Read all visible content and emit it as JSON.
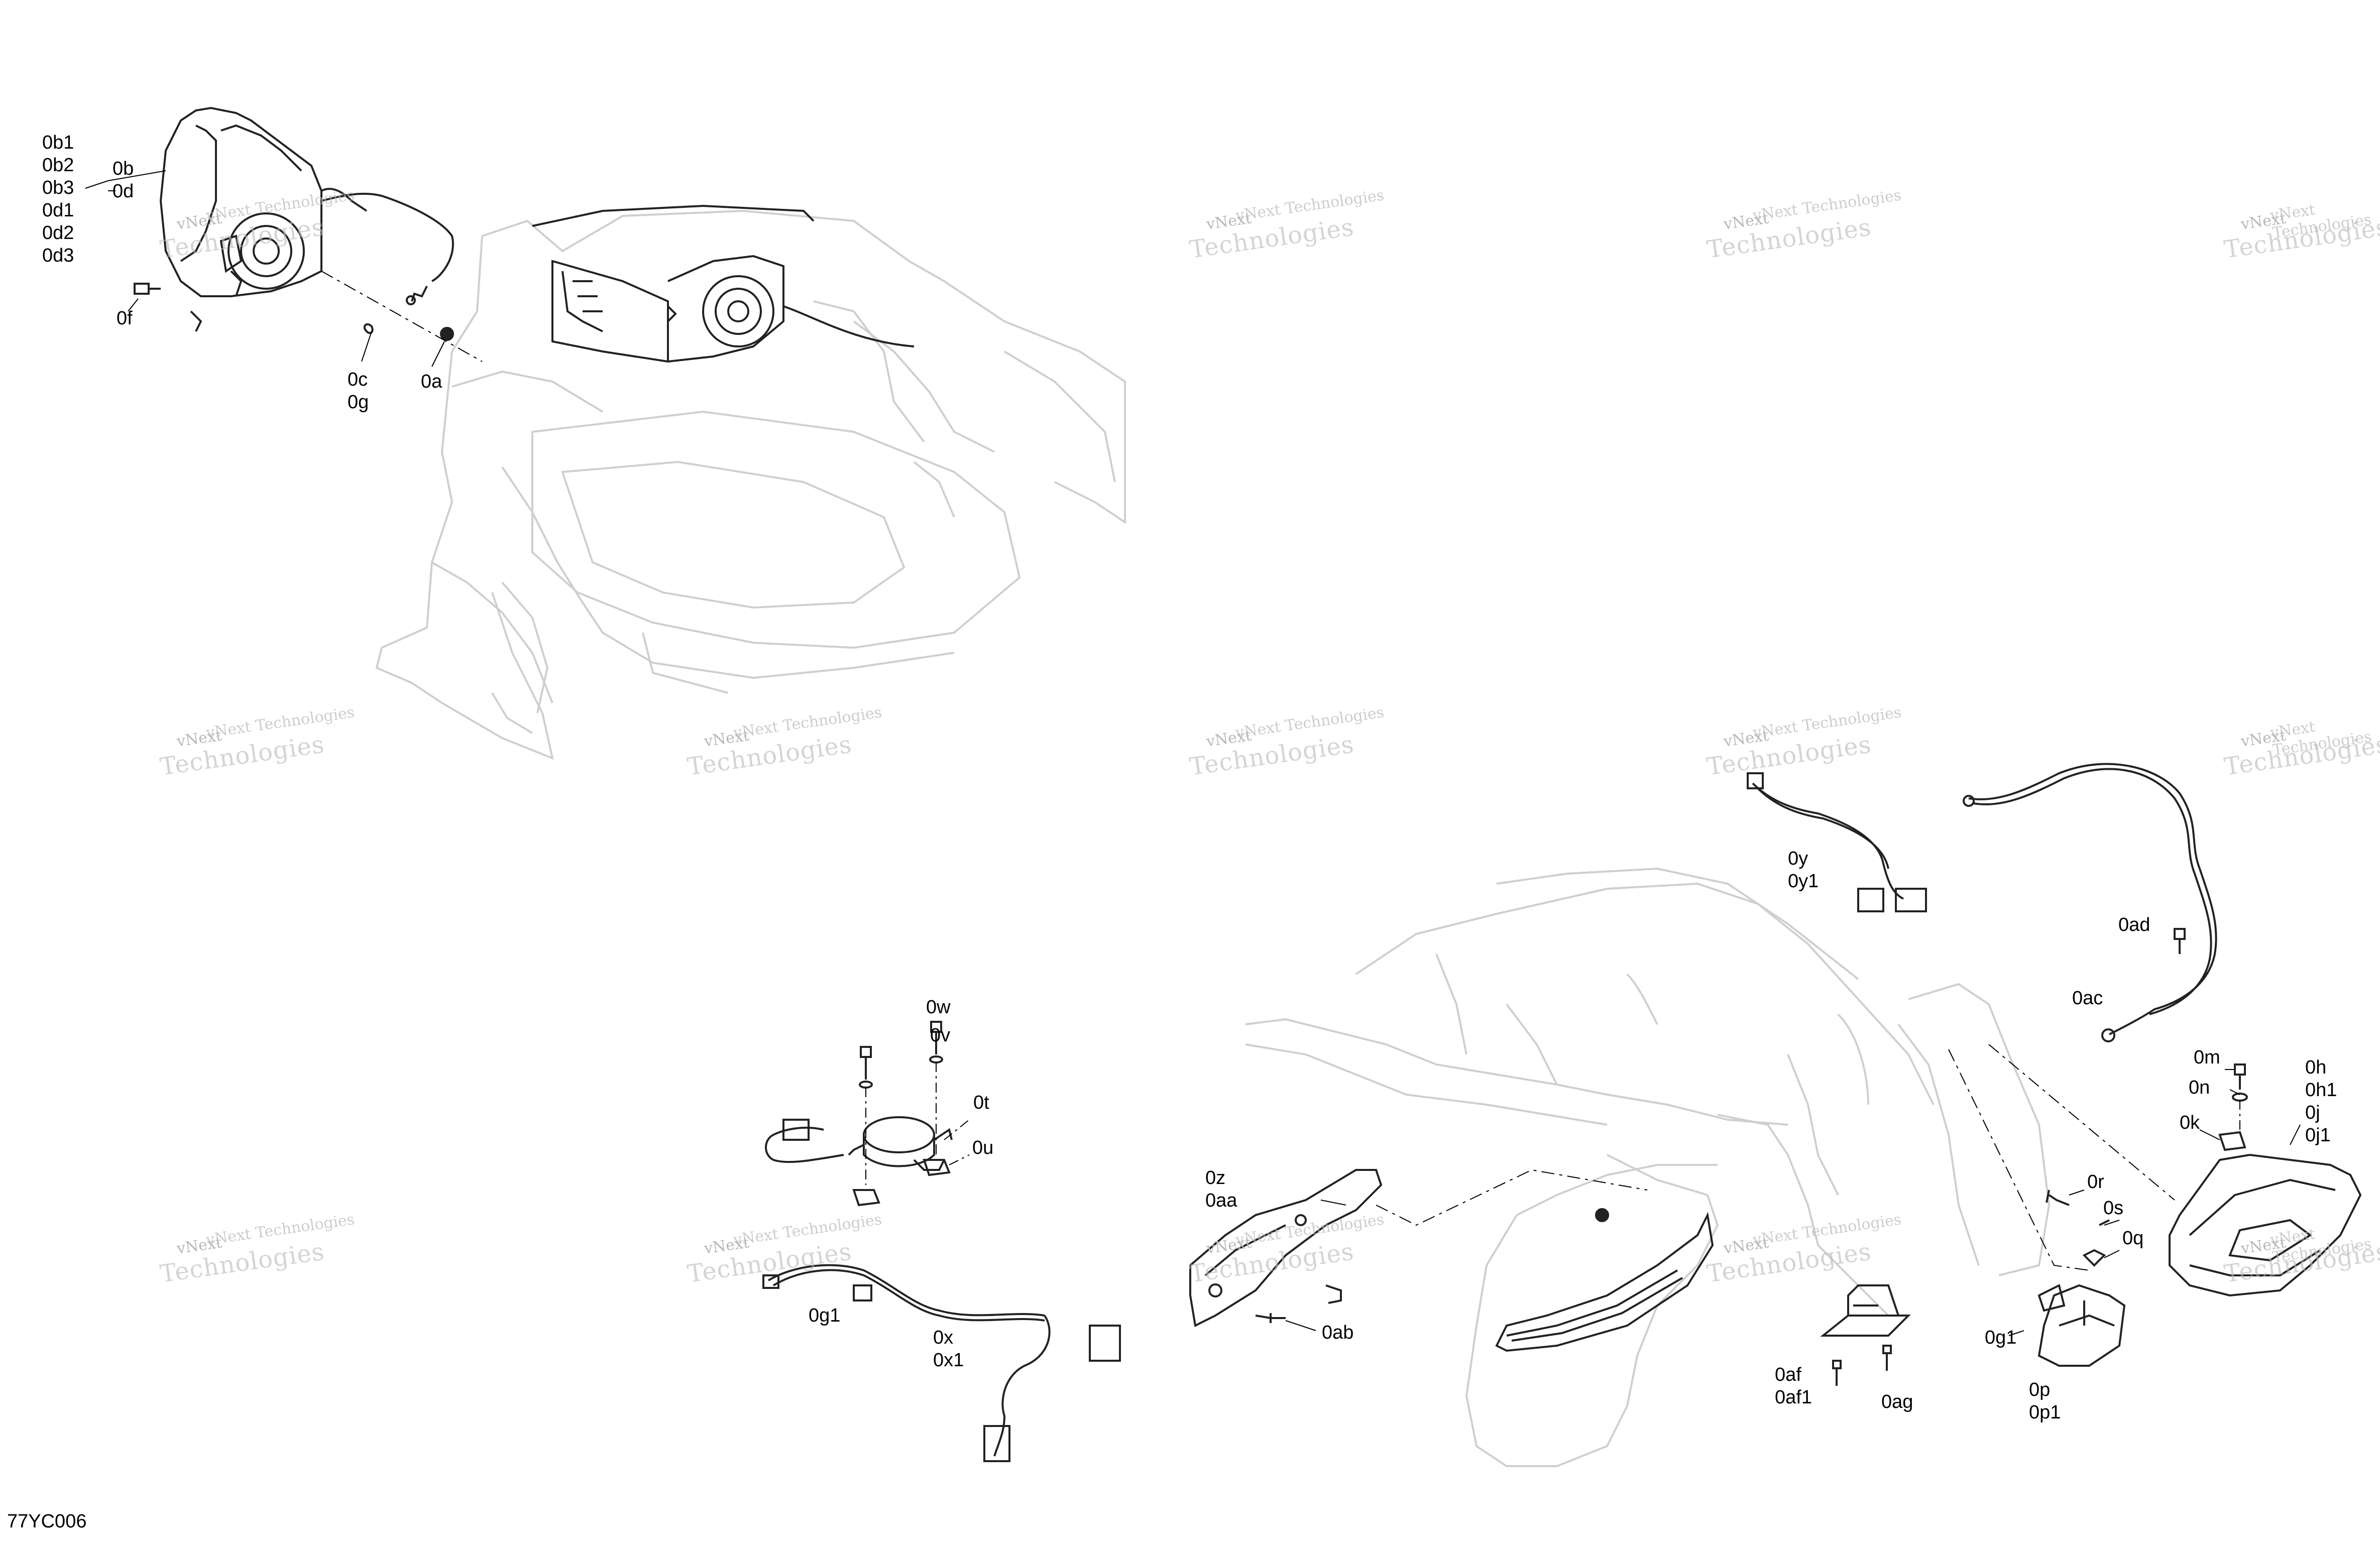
{
  "diagram_code": "77YC006",
  "watermark": {
    "line1": "vNext",
    "line2": "Technologies",
    "line3": "vNext Technologies"
  },
  "labels": {
    "headlight_refs": [
      "0b1",
      "0b2",
      "0b3",
      "0d1",
      "0d2",
      "0d3"
    ],
    "headlight_bd": [
      "0b",
      "0d"
    ],
    "screw_f": "0f",
    "clip_cg": [
      "0c",
      "0g"
    ],
    "grommet_a": "0a",
    "bolt_w": "0w",
    "washer_v": "0v",
    "horn_t": "0t",
    "nut_u": "0u",
    "harness_g1_left": "0g1",
    "harness_x": [
      "0x",
      "0x1"
    ],
    "bracket_z": [
      "0z",
      "0aa"
    ],
    "screw_ab": "0ab",
    "harness_y": [
      "0y",
      "0y1"
    ],
    "bolt_ad": "0ad",
    "cable_ac": "0ac",
    "bolt_m": "0m",
    "washer_n": "0n",
    "nut_k": "0k",
    "taillight_hj": [
      "0h",
      "0h1",
      "0j",
      "0j1"
    ],
    "screw_r": "0r",
    "washer_s": "0s",
    "clip_q": "0q",
    "harness_g1_right": "0g1",
    "plate_light_af": [
      "0af",
      "0af1"
    ],
    "screw_ag": "0ag",
    "lamp_p": [
      "0p",
      "0p1"
    ]
  }
}
